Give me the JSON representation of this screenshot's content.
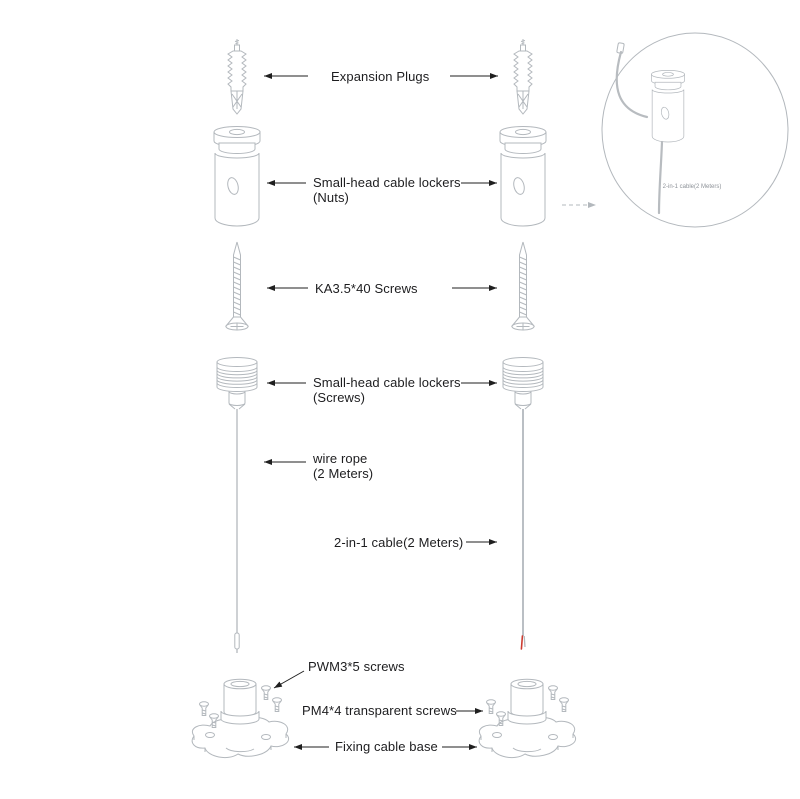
{
  "labels": {
    "expansion_plugs": "Expansion Plugs",
    "lockers_nuts_1": "Small-head cable lockers",
    "lockers_nuts_2": "(Nuts)",
    "ka_screws": "KA3.5*40 Screws",
    "lockers_screws_1": "Small-head cable lockers",
    "lockers_screws_2": "(Screws)",
    "wire_rope_1": "wire rope",
    "wire_rope_2": "(2 Meters)",
    "cable_2in1": "2-in-1 cable(2 Meters)",
    "pwm_screws": "PWM3*5 screws",
    "pm_screws": "PM4*4 transparent screws",
    "fixing_base": "Fixing cable base",
    "detail_caption": "2-in-1 cable(2 Meters)"
  },
  "colors": {
    "outline": "#b3b8bd",
    "arrow": "#1f1f1f",
    "text": "#1d1d1f",
    "cable": "#b8bcc0",
    "tip_red": "#cc3b30"
  }
}
